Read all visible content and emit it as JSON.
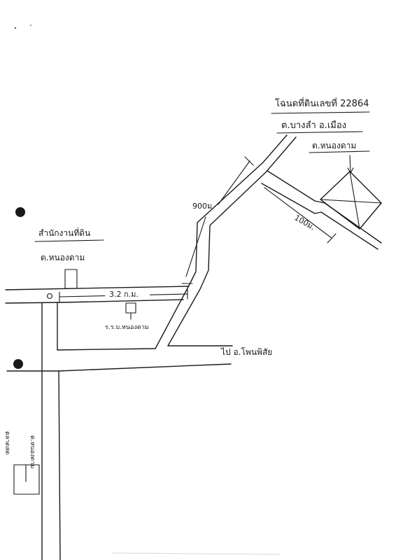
{
  "map": {
    "title": "โฉนดที่ดินเลขที่ 22864",
    "subtitle": "ต.บางลำ อ.เมือง",
    "land_parcel_label": "ต.หนองดาม",
    "land_office_label": "สำนักงานที่ดิน",
    "land_office_sub": "ต.หนองดาม",
    "distance_main": "3.2 ก.ม.",
    "distance_900": "900ม.",
    "distance_100": "100ม.",
    "school_label": "ร.ร.บ.หนองดาม",
    "road_to_label": "ไป อ.โพนพิสัย",
    "market_label": "ตลาดสด",
    "market_sub": "ต.หนองดาม"
  },
  "colors": {
    "ink": "#1a1a1a",
    "paper": "#ffffff"
  }
}
